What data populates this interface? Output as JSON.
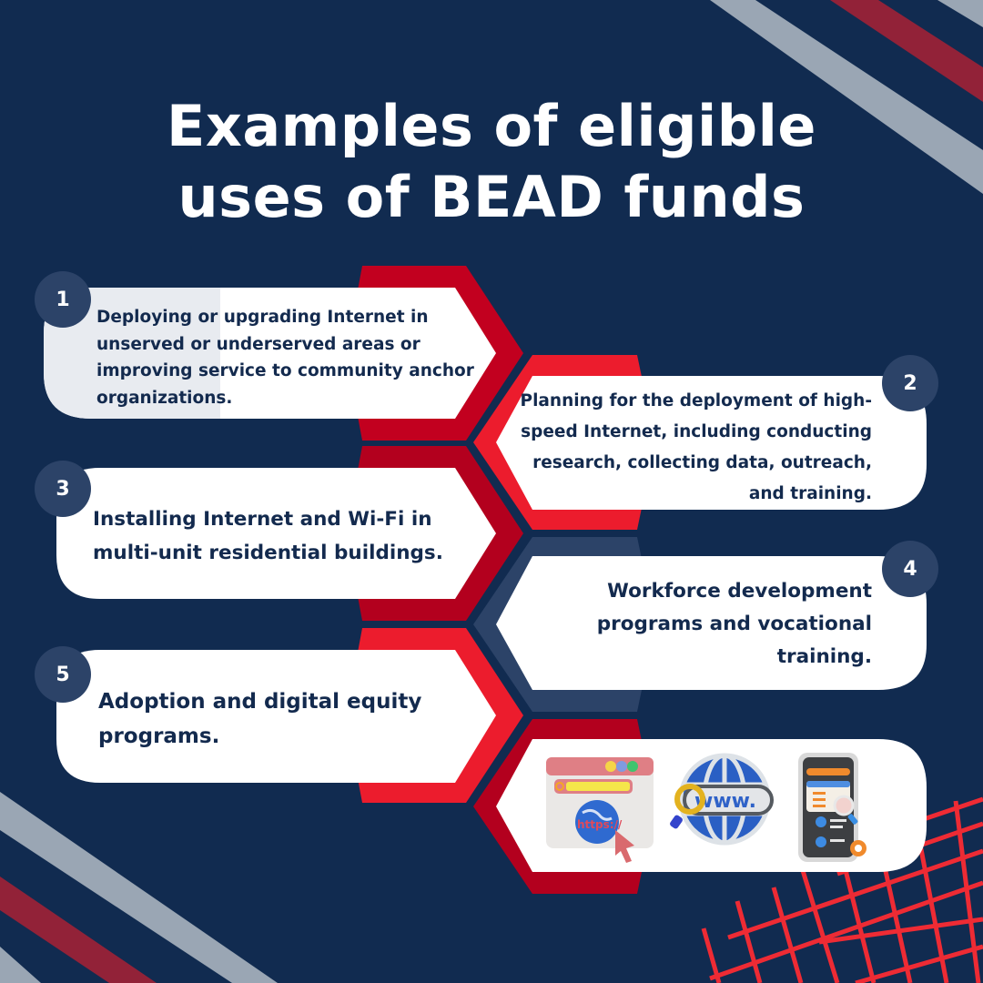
{
  "title": {
    "line1": "Examples of eligible",
    "line2": "uses of BEAD funds"
  },
  "colors": {
    "background": "#112b50",
    "stripe_gray": "#9aa6b4",
    "stripe_maroon": "#922238",
    "hex_red": "#ec1c2d",
    "hex_dark_red": "#b3001e",
    "hex_navy": "#2c4368",
    "number_circle": "#2c4368",
    "text_dark": "#132a4e",
    "grid_red": "#ee2b34"
  },
  "items": [
    {
      "number": "1",
      "text": "Deploying or upgrading Internet in unserved or underserved areas or improving service to community anchor organizations."
    },
    {
      "number": "2",
      "text": "Planning for the deployment of high-speed Internet, including conducting research, collecting data, outreach, and training."
    },
    {
      "number": "3",
      "text": "Installing Internet and Wi-Fi in multi-unit residential buildings."
    },
    {
      "number": "4",
      "text": "Workforce development programs and vocational training."
    },
    {
      "number": "5",
      "text": "Adoption and digital equity programs."
    }
  ],
  "illustrations": {
    "browser_label": "https://",
    "globe_label": "www.",
    "icons": [
      "browser-https-icon",
      "www-globe-search-icon",
      "mobile-app-settings-icon"
    ]
  }
}
